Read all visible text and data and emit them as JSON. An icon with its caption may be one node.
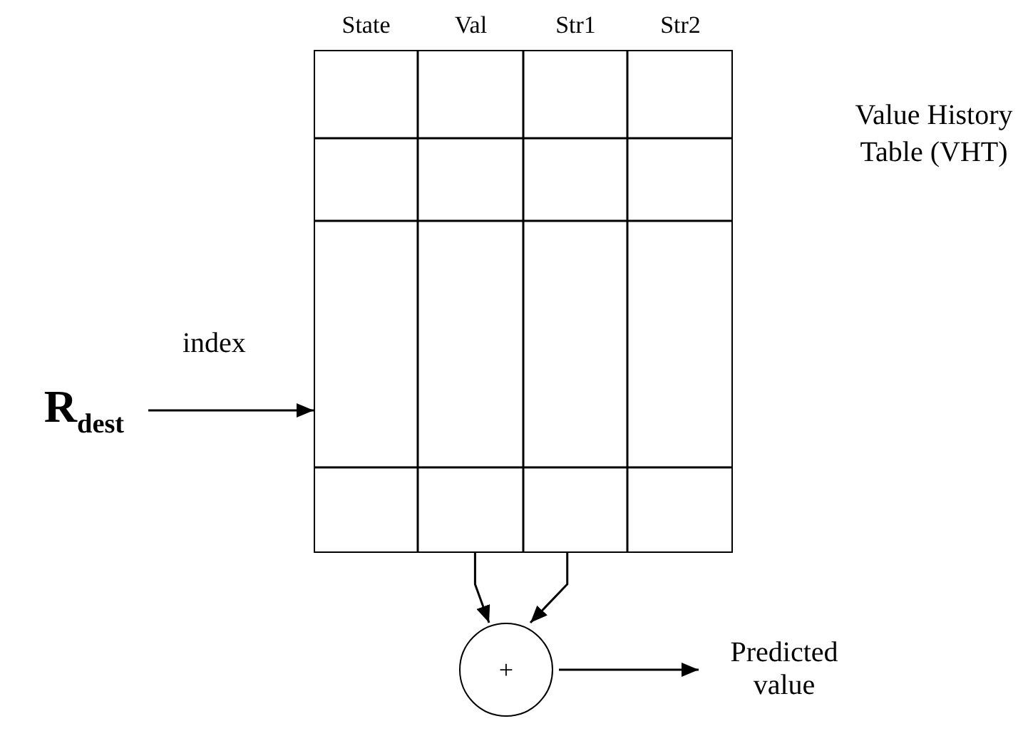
{
  "diagram": {
    "nodes": [
      {
        "text": [
          "R$_{dest}$"
        ]
      },
      {
        "text": [],
        "shape": "box",
        "beside": [
          "State",
          "Val",
          "Str1",
          "Str2"
        ]
      },
      {
        "text": [
          "+"
        ]
      },
      {
        "text": [
          "Predicted value"
        ]
      }
    ],
    "edges": [
      {
        "from": 0,
        "to": 1,
        "arrow": "to",
        "label": "index"
      },
      {
        "from": 1,
        "to": 2,
        "arrow": "to"
      },
      {
        "from": 1,
        "to": 2,
        "arrow": "to"
      },
      {
        "from": 2,
        "to": 3,
        "arrow": "to"
      }
    ],
    "labels": [
      "Value History Table (VHT)"
    ]
  }
}
